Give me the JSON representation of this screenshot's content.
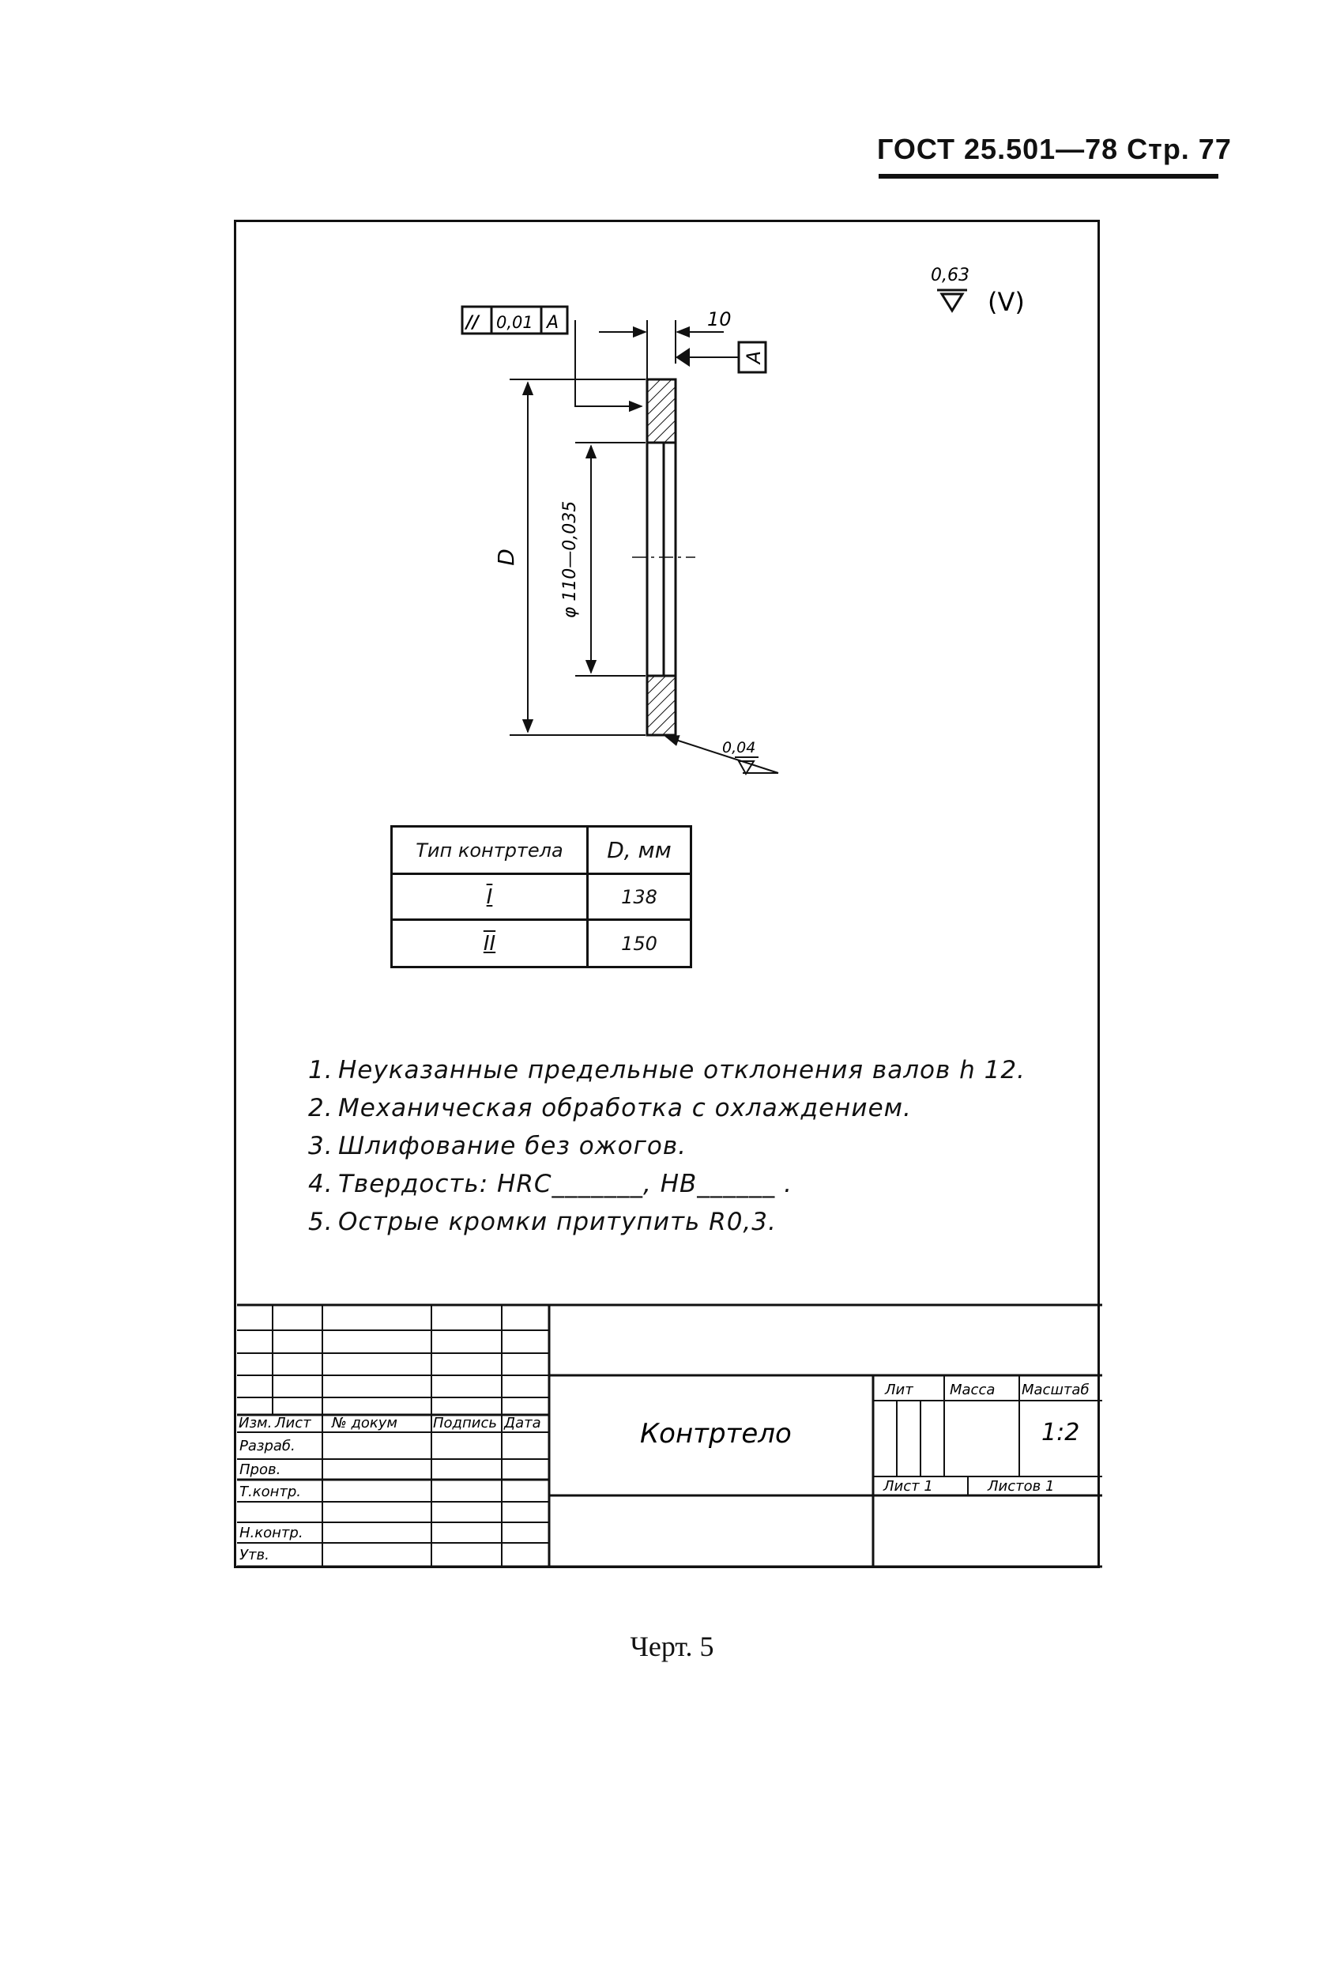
{
  "header": {
    "text": "ГОСТ 25.501—78 Стр. 77"
  },
  "drawing": {
    "roughness_value": "0,63",
    "roughness_mark": "(V)",
    "tolerance_frame": [
      "//",
      "0,01",
      "A"
    ],
    "thickness": "10",
    "datum": "A",
    "outer_diameter": "D",
    "inner_diameter": "φ 110—0,035",
    "edge_roughness": "0,04"
  },
  "type_table": {
    "headers": [
      "Тип контртела",
      "D, мм"
    ],
    "rows": [
      [
        "I",
        "138"
      ],
      [
        "II",
        "150"
      ]
    ]
  },
  "notes": [
    {
      "n": "1.",
      "text": "Неуказанные предельные отклонения валов h 12."
    },
    {
      "n": "2.",
      "text": "Механическая обработка с охлаждением."
    },
    {
      "n": "3.",
      "text": "Шлифование без ожогов."
    },
    {
      "n": "4.",
      "text": "Твердость: HRC_______, HB______ ."
    },
    {
      "n": "5.",
      "text": "Острые кромки притупить R0,3."
    }
  ],
  "title_block": {
    "col_headers": [
      "Изм.",
      "Лист",
      "№ докум",
      "Подпись",
      "Дата"
    ],
    "roles": [
      "Разраб.",
      "Пров.",
      "Т.контр.",
      "Н.контр.",
      "Утв."
    ],
    "name": "Контртело",
    "lit_label": "Лит",
    "mass_label": "Масса",
    "scale_label": "Масштаб",
    "scale": "1:2",
    "sheet": "Лист 1",
    "sheets": "Листов 1"
  },
  "caption": "Черт. 5"
}
